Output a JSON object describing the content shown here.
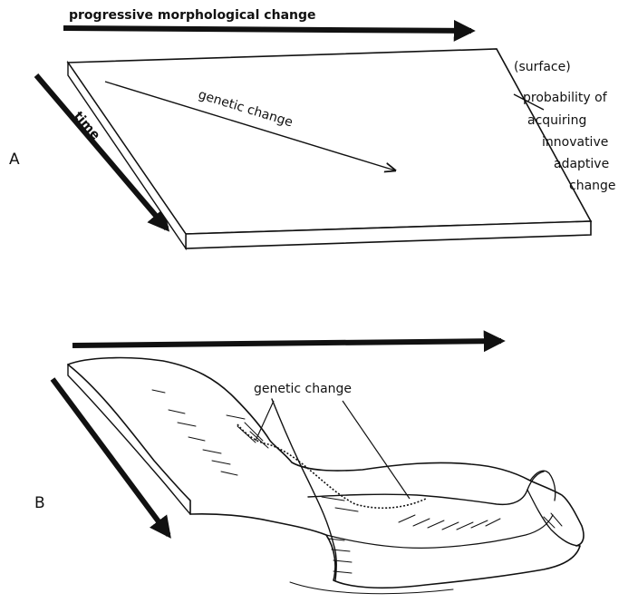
{
  "panel_a": {
    "letter": "A",
    "top_arrow_label": "progressive morphological change",
    "side_arrow_label": "time",
    "plane_arrow_label": "genetic change",
    "surface_label": "(surface)",
    "surface_desc_lines": [
      "probability of",
      "acquiring",
      "innovative",
      "adaptive",
      "change"
    ]
  },
  "panel_b": {
    "letter": "B",
    "surface_label": "genetic change"
  },
  "colors": {
    "ink": "#111111",
    "paper": "#ffffff"
  }
}
